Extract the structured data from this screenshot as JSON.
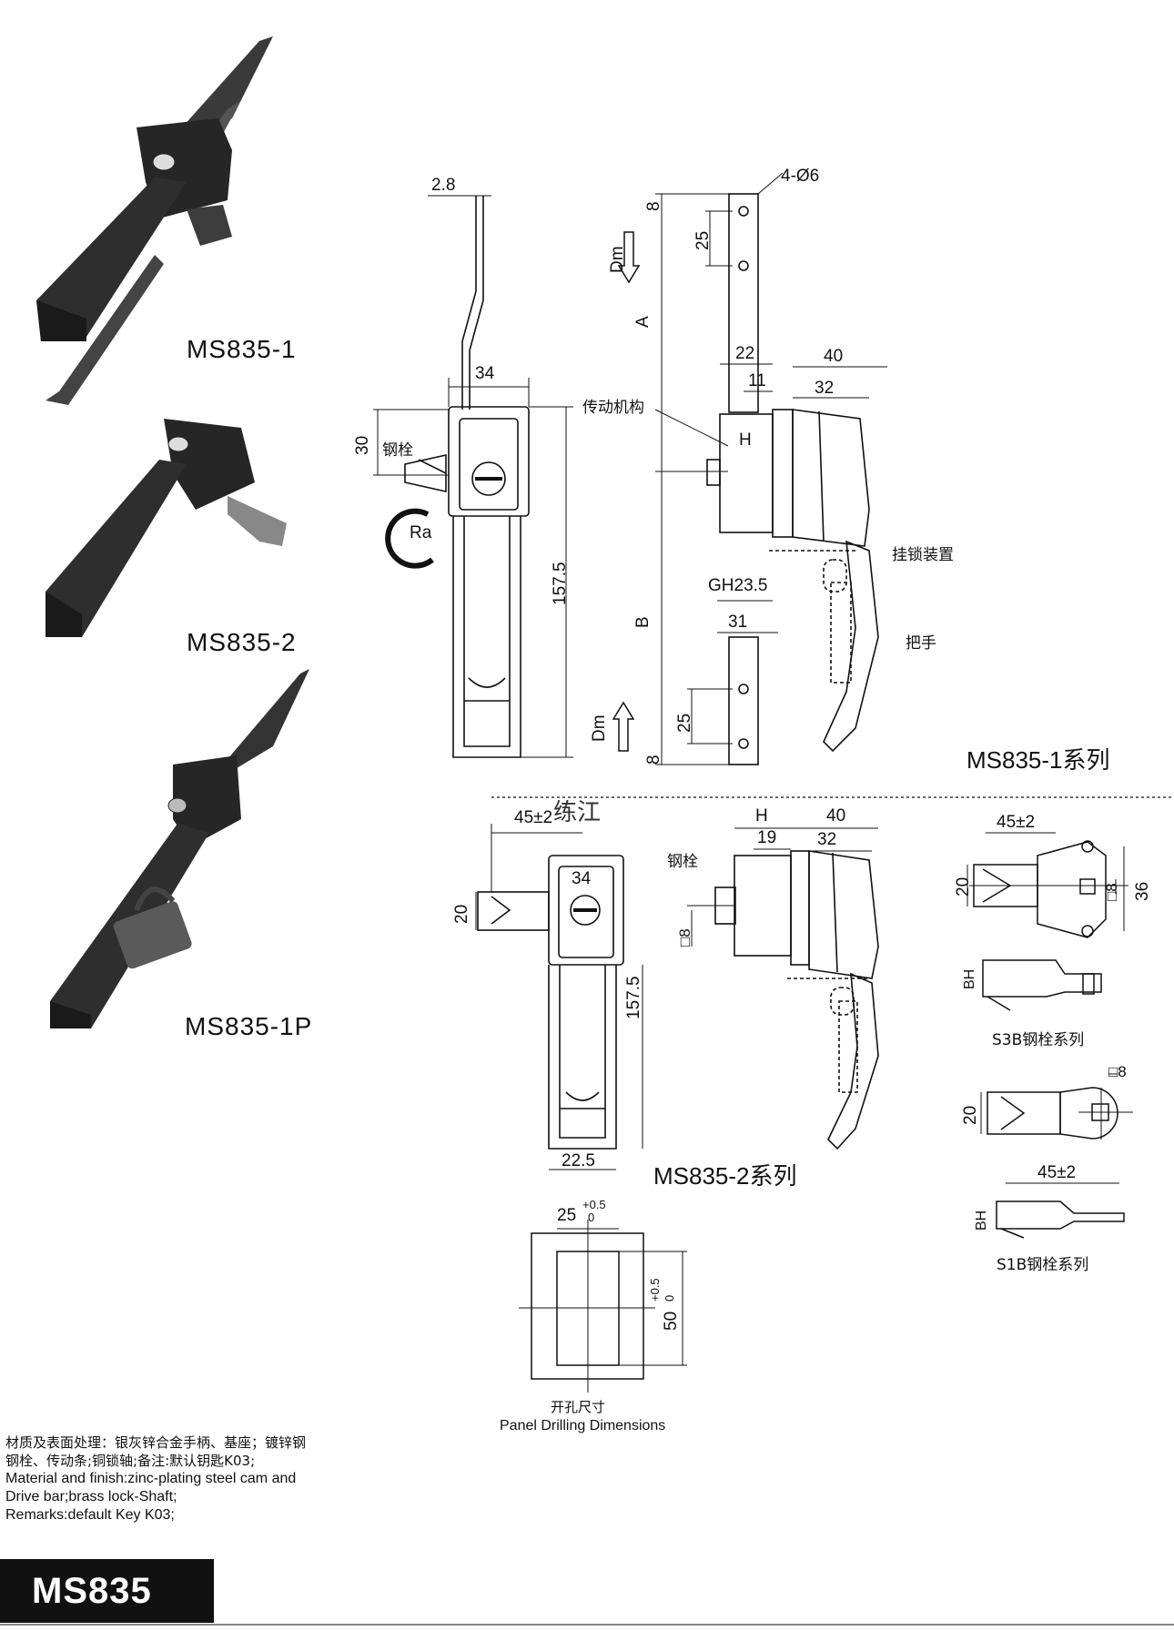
{
  "products": {
    "p1": "MS835-1",
    "p2": "MS835-2",
    "p3": "MS835-1P"
  },
  "series": {
    "s1": "MS835-1系列",
    "s2": "MS835-2系列",
    "s3b": "S3B钢栓系列",
    "s1b": "S1B钢栓系列"
  },
  "labels": {
    "bolt": "钢栓",
    "transmission": "传动机构",
    "padlock_device": "挂锁装置",
    "handle": "把手",
    "ra": "Ra",
    "dm": "Dm",
    "a": "A",
    "b": "B",
    "h": "H",
    "bh": "BH",
    "gh": "GH23.5",
    "holes": "4-Ø6",
    "watermark": "练江"
  },
  "dims": {
    "d2_8": "2.8",
    "d34": "34",
    "d30": "30",
    "d157_5": "157.5",
    "d8": "8",
    "d25": "25",
    "d22": "22",
    "d11": "11",
    "d40": "40",
    "d32": "32",
    "d31": "31",
    "d45": "45±2",
    "d20": "20",
    "d19": "19",
    "d22_5": "22.5",
    "sq8": "□8",
    "d36": "36",
    "cut25": "25",
    "cut50": "50",
    "tol_plus": "+0.5",
    "tol_zero": "0"
  },
  "panel": {
    "cn": "开孔尺寸",
    "en": "Panel Drilling Dimensions"
  },
  "notes": {
    "line1": "材质及表面处理：银灰锌合金手柄、基座；镀锌钢",
    "line2": "钢栓、传动条;铜锁轴;备注:默认钥匙K03;",
    "line3": "Material and finish:zinc-plating steel cam and",
    "line4": "Drive bar;brass lock-Shaft;",
    "line5": "Remarks:default Key K03;"
  },
  "footer": {
    "model": "MS835"
  }
}
